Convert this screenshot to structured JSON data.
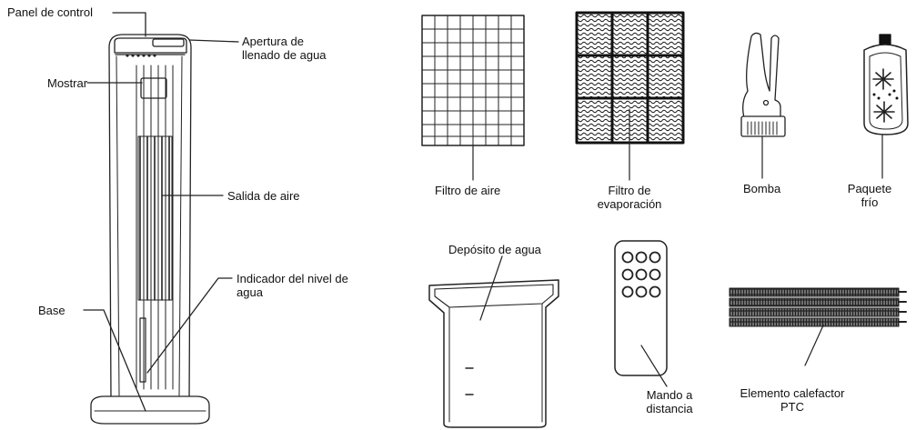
{
  "tower": {
    "panel_de_control": "Panel de control",
    "apertura": [
      "Apertura de",
      "llenado de agua"
    ],
    "mostrar": "Mostrar",
    "salida": "Salida de aire",
    "indicador": [
      "Indicador del nivel de",
      "agua"
    ],
    "base": "Base"
  },
  "parts": {
    "filtro_aire": "Filtro de aire",
    "filtro_evap": [
      "Filtro de",
      "evaporación"
    ],
    "bomba": "Bomba",
    "paquete": [
      "Paquete",
      "frío"
    ],
    "deposito": "Depósito de agua",
    "mando": [
      "Mando a",
      "distancia"
    ],
    "elemento": [
      "Elemento calefactor",
      "PTC"
    ]
  }
}
